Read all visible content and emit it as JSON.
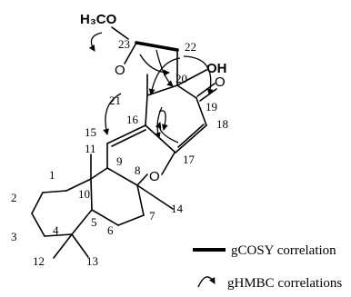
{
  "molecule": {
    "groups": {
      "methoxy": "H₃CO",
      "hydroxyl": "OH"
    },
    "heteroatoms": {
      "ring_oxygen_furan": "O",
      "ring_oxygen_pyran": "O",
      "carbonyl_oxygen": "O"
    },
    "atom_numbers": {
      "c1": "1",
      "c2": "2",
      "c3": "3",
      "c4": "4",
      "c5": "5",
      "c6": "6",
      "c7": "7",
      "c8": "8",
      "c9": "9",
      "c10": "10",
      "c11": "11",
      "c12": "12",
      "c13": "13",
      "c14": "14",
      "c15": "15",
      "c16": "16",
      "c17": "17",
      "c18": "18",
      "c19": "19",
      "c20": "20",
      "c21": "21",
      "c22": "22",
      "c23": "23"
    }
  },
  "legend": {
    "cosy_label": "gCOSY correlation",
    "hmbc_label": "gHMBC correlations"
  }
}
